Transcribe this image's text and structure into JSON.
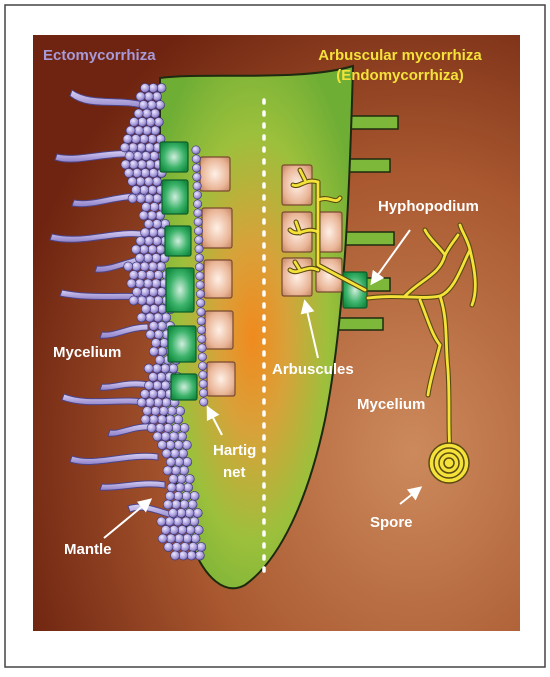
{
  "titles": {
    "ecto": "Ectomycorrhiza",
    "arbuscular": "Arbuscular mycorrhiza",
    "endo": "(Endomycorrhiza)"
  },
  "labels": {
    "hyphopodium": "Hyphopodium",
    "mycelium_left": "Mycelium",
    "arbuscules": "Arbuscules",
    "mycelium_right": "Mycelium",
    "hartig_1": "Hartig",
    "hartig_2": "net",
    "spore": "Spore",
    "mantle": "Mantle"
  },
  "colors": {
    "background_dark": "#7a2a14",
    "background_light": "#c8865a",
    "root_green": "#7db83a",
    "root_center": "#e6901f",
    "cell_green": "#1c9a4c",
    "cell_peach": "#e8b99a",
    "mantle_ball": "#9c8fd0",
    "hypha_purple": "#a89ad8",
    "amf_yellow": "#f4e23a",
    "ecto_text": "#a89ad8",
    "amf_text": "#f4e23a",
    "label_white": "#ffffff"
  }
}
